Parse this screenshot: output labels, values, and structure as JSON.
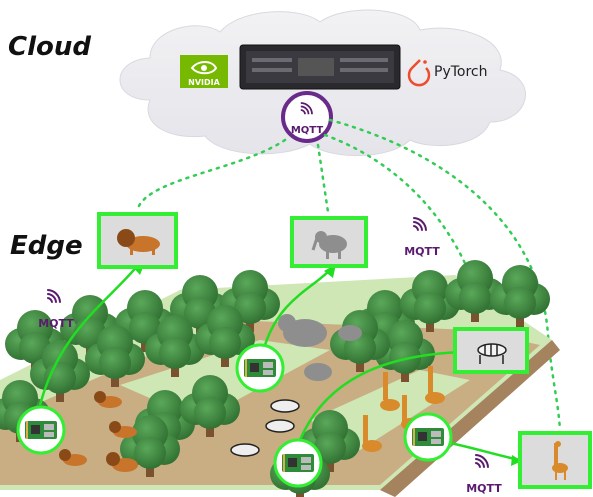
{
  "labels": {
    "cloud": "Cloud",
    "edge": "Edge"
  },
  "cloud": {
    "nvidia_text": "NVIDIA",
    "pytorch_text": "PyTorch",
    "broker_text": "MQTT"
  },
  "edge_nodes": [
    {
      "animal": "lion"
    },
    {
      "animal": "elephant"
    },
    {
      "animal": "zebra"
    },
    {
      "animal": "giraffe"
    }
  ],
  "mqtt_badges": [
    {
      "text": "MQTT"
    },
    {
      "text": "MQTT"
    },
    {
      "text": "MQTT"
    }
  ],
  "colors": {
    "frame_green": "#33ee33",
    "link_green": "#22dd22",
    "dotted_green": "#33cc55",
    "mqtt_purple": "#5a1a6e",
    "tree_green": "#3f8a3f",
    "ground_tan": "#c8a27a",
    "grass": "#cfe6b5"
  }
}
